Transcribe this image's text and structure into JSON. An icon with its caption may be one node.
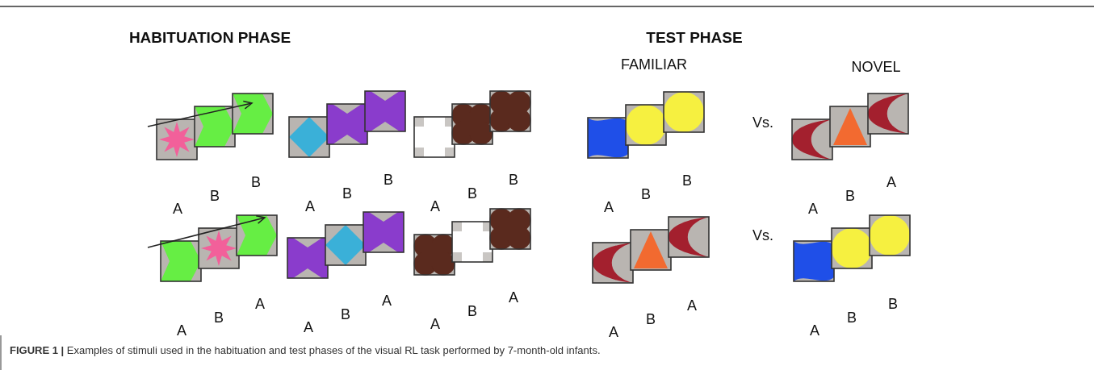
{
  "diagram": {
    "caption": "**FIGURE 1 |** Examples of stimuli used in the habituation and test phases of the visual RL task performed by 7-month-old infants.",
    "labels": [
      "HABITUATION PHASE",
      "TEST PHASE",
      "FAMILIAR",
      "NOVEL",
      "A",
      "B",
      "B",
      "A",
      "B",
      "B",
      "A",
      "B",
      "B",
      "A",
      "B",
      "B",
      "Vs.",
      "A",
      "B",
      "A",
      "A",
      "B",
      "A",
      "A",
      "B",
      "A",
      "A",
      "B",
      "A",
      "A",
      "B",
      "A",
      "Vs.",
      "A",
      "B",
      "B"
    ]
  }
}
